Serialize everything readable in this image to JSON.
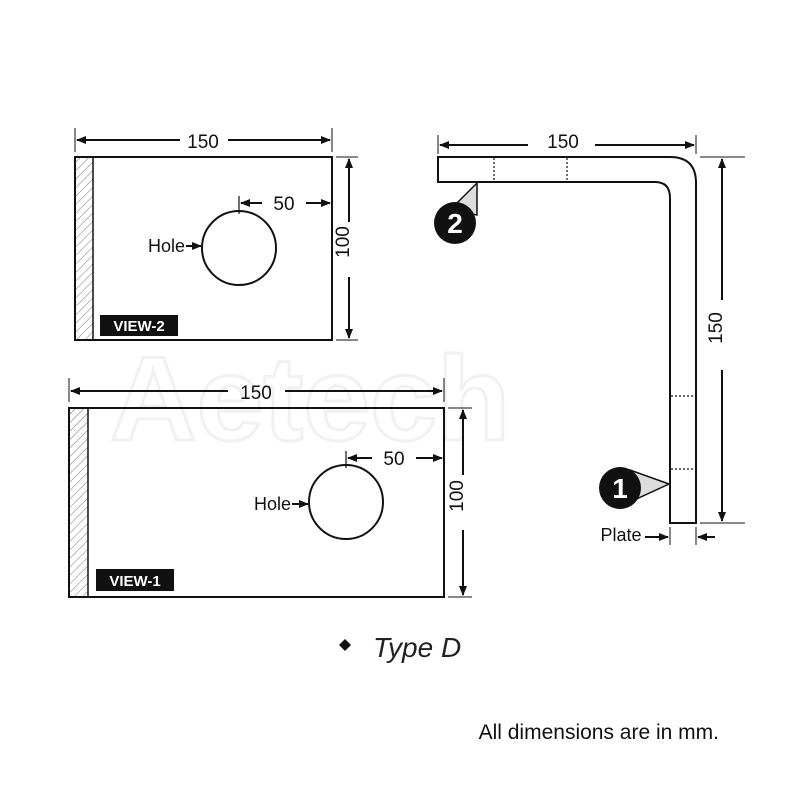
{
  "watermark": "Aetech",
  "view2": {
    "label": "VIEW-2",
    "width_dim": "150",
    "height_dim": "100",
    "hole_offset_dim": "50",
    "hole_label": "Hole"
  },
  "view1": {
    "label": "VIEW-1",
    "width_dim": "150",
    "height_dim": "100",
    "hole_offset_dim": "50",
    "hole_label": "Hole"
  },
  "bracket": {
    "top_dim": "150",
    "side_dim": "150",
    "plate_label": "Plate",
    "badge1": "1",
    "badge2": "2"
  },
  "type_label": "Type D",
  "footnote": "All dimensions are in mm."
}
